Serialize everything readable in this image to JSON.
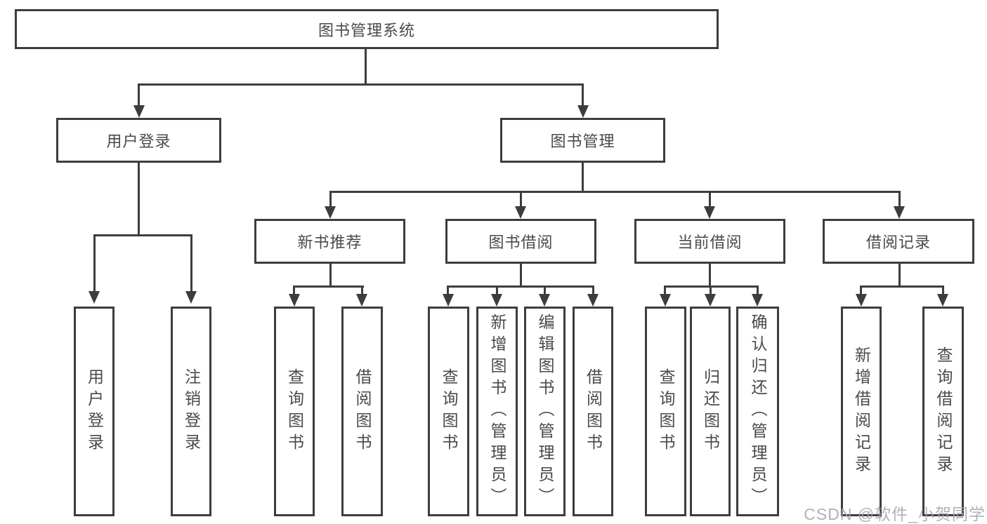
{
  "diagram_title": "图书管理系统",
  "tree": {
    "label": "图书管理系统",
    "children": [
      {
        "label": "用户登录",
        "children": [
          {
            "label": "用户登录"
          },
          {
            "label": "注销登录"
          }
        ]
      },
      {
        "label": "图书管理",
        "children": [
          {
            "label": "新书推荐",
            "children": [
              {
                "label": "查询图书"
              },
              {
                "label": "借阅图书"
              }
            ]
          },
          {
            "label": "图书借阅",
            "children": [
              {
                "label": "查询图书"
              },
              {
                "label": "新增图书（管理员）"
              },
              {
                "label": "编辑图书（管理员）"
              },
              {
                "label": "借阅图书"
              }
            ]
          },
          {
            "label": "当前借阅",
            "children": [
              {
                "label": "查询图书"
              },
              {
                "label": "归还图书"
              },
              {
                "label": "确认归还（管理员）"
              }
            ]
          },
          {
            "label": "借阅记录",
            "children": [
              {
                "label": "新增借阅记录"
              },
              {
                "label": "查询借阅记录"
              }
            ]
          }
        ]
      }
    ]
  },
  "watermark": {
    "text": "CSDN @软件_小贺同学"
  },
  "colors": {
    "line": "#3d3d3d",
    "text": "#4a4a4a",
    "watermark": "#a4a4ac",
    "background": "#ffffff"
  }
}
